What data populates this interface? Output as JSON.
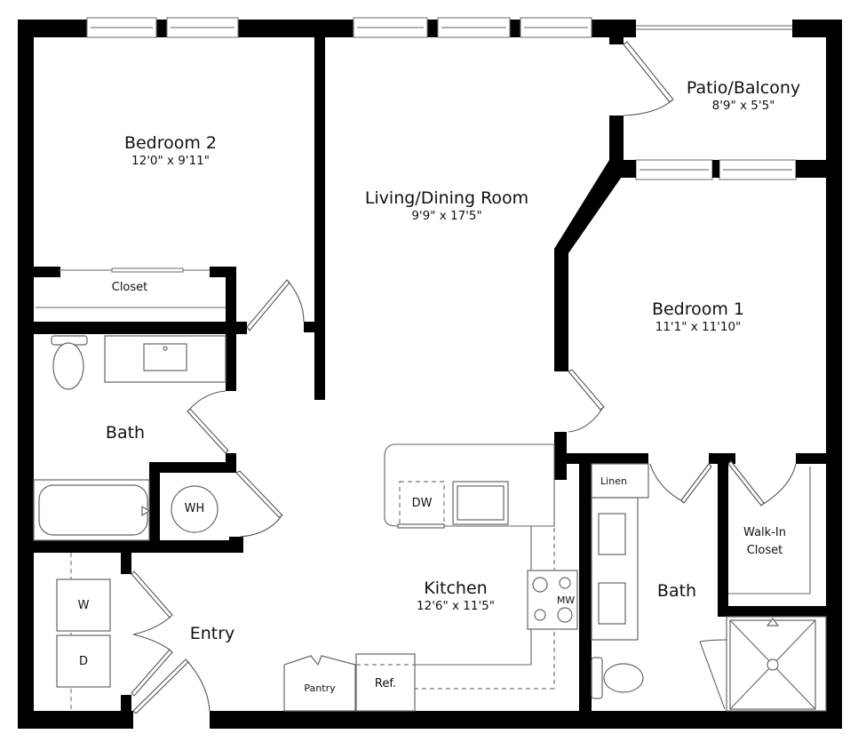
{
  "floor_plan": {
    "rooms": [
      {
        "id": "bedroom2",
        "name": "Bedroom 2",
        "dimensions": "12'0\" x 9'11\""
      },
      {
        "id": "living",
        "name": "Living/Dining Room",
        "dimensions": "9'9\" x 17'5\""
      },
      {
        "id": "patio",
        "name": "Patio/Balcony",
        "dimensions": "8'9\" x 5'5\""
      },
      {
        "id": "bedroom1",
        "name": "Bedroom 1",
        "dimensions": "11'1\" x 11'10\""
      },
      {
        "id": "kitchen",
        "name": "Kitchen",
        "dimensions": "12'6\" x 11'5\""
      },
      {
        "id": "bath2",
        "name": "Bath"
      },
      {
        "id": "bath1",
        "name": "Bath"
      },
      {
        "id": "entry",
        "name": "Entry"
      },
      {
        "id": "walkin",
        "name_line1": "Walk-In",
        "name_line2": "Closet"
      },
      {
        "id": "closet",
        "name": "Closet"
      }
    ],
    "fixtures": {
      "water_heater": "WH",
      "washer": "W",
      "dryer": "D",
      "dishwasher": "DW",
      "microwave": "MW",
      "refrigerator": "Ref.",
      "pantry": "Pantry",
      "linen": "Linen"
    },
    "colors": {
      "wall": "#000000",
      "fixture_line": "#666666",
      "background": "#ffffff"
    }
  }
}
